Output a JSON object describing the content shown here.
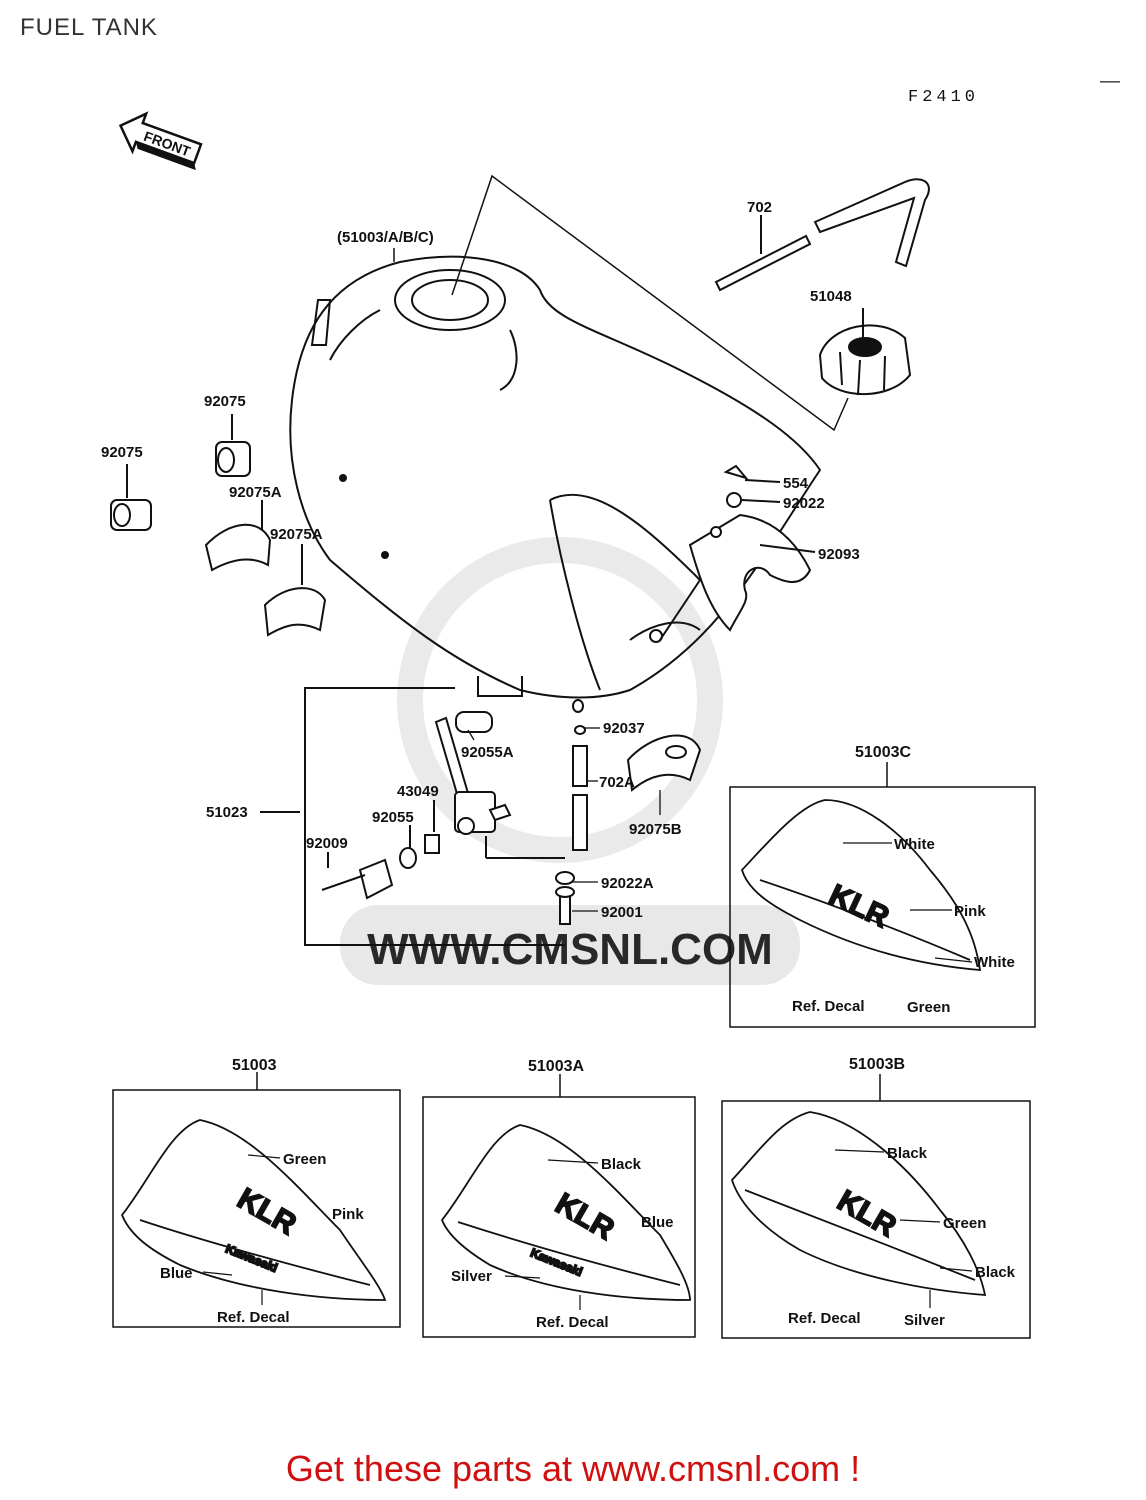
{
  "title": "FUEL TANK",
  "figure_code": "F2410",
  "corner_mark": "—",
  "front_arrow_label": "FRONT",
  "watermark": "WWW.CMSNL.COM",
  "footer": "Get these parts at www.cmsnl.com !",
  "parts": {
    "tank_group": "(51003/A/B/C)",
    "hose_702": "702",
    "cap_51048": "51048",
    "cushion_92075_a": "92075",
    "cushion_92075_b": "92075",
    "cushion_92075A_a": "92075A",
    "cushion_92075A_b": "92075A",
    "pin_554": "554",
    "washer_92022": "92022",
    "bracket_92093": "92093",
    "valve_51023": "51023",
    "gasket_92055A": "92055A",
    "clip_92037": "92037",
    "hose_702A": "702A",
    "damper_92075B": "92075B",
    "part_43049": "43049",
    "part_92055": "92055",
    "screw_92009": "92009",
    "washer_92022A": "92022A",
    "bolt_92001": "92001"
  },
  "variants": {
    "c": {
      "code": "51003C",
      "labels": [
        "White",
        "Pink",
        "White",
        "Green",
        "Ref. Decal"
      ]
    },
    "base": {
      "code": "51003",
      "labels": [
        "Green",
        "Pink",
        "Blue",
        "Ref. Decal"
      ]
    },
    "a": {
      "code": "51003A",
      "labels": [
        "Black",
        "Blue",
        "Silver",
        "Ref. Decal"
      ]
    },
    "b": {
      "code": "51003B",
      "labels": [
        "Black",
        "Green",
        "Black",
        "Silver",
        "Ref. Decal"
      ]
    }
  },
  "decal_brand": "Kawasaki",
  "decal_model": "KLR",
  "colors": {
    "footer": "#d01010",
    "line": "#111111",
    "watermark": "#e4e4e4"
  }
}
